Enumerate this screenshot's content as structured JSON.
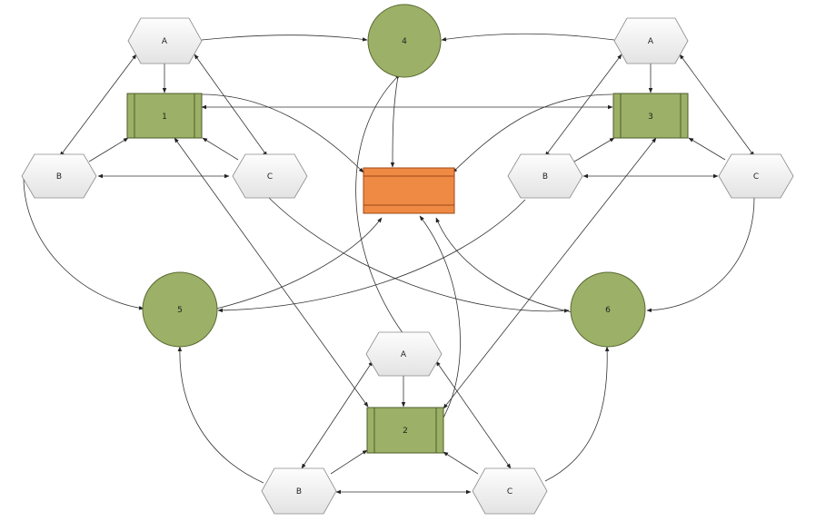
{
  "diagram": {
    "hexagons": [
      {
        "id": "a1",
        "label": "A"
      },
      {
        "id": "b1",
        "label": "B"
      },
      {
        "id": "c1",
        "label": "C"
      },
      {
        "id": "a3",
        "label": "A"
      },
      {
        "id": "b3",
        "label": "B"
      },
      {
        "id": "c3",
        "label": "C"
      },
      {
        "id": "a2",
        "label": "A"
      },
      {
        "id": "b2",
        "label": "B"
      },
      {
        "id": "c2",
        "label": "C"
      }
    ],
    "processes": [
      {
        "id": "p1",
        "label": "1"
      },
      {
        "id": "p3",
        "label": "3"
      },
      {
        "id": "p2",
        "label": "2"
      }
    ],
    "circles": [
      {
        "id": "c4",
        "label": "4"
      },
      {
        "id": "c5",
        "label": "5"
      },
      {
        "id": "c6",
        "label": "6"
      }
    ],
    "colors": {
      "node_green": "#9cb067",
      "hub_orange": "#ef8a45",
      "hex_fill": "#efefef"
    }
  }
}
